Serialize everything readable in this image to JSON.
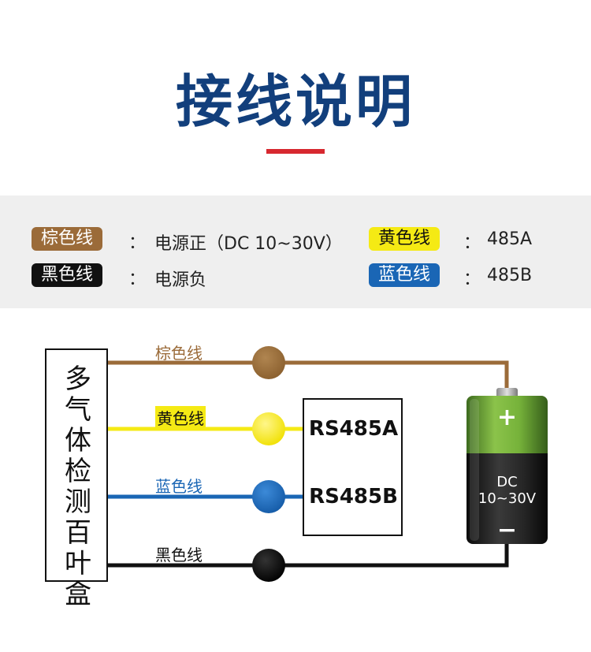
{
  "title": "接线说明",
  "colors": {
    "title": "#123f7c",
    "accent_red": "#d7282f",
    "brown": "#9b6b39",
    "yellow": "#f5ea14",
    "blue": "#1a66b5",
    "black": "#111111"
  },
  "legend": {
    "brown": {
      "badge": "棕色线",
      "colon": "：",
      "desc": "电源正（DC 10~30V）"
    },
    "black": {
      "badge": "黑色线",
      "colon": "：",
      "desc": "电源负"
    },
    "yellow": {
      "badge": "黄色线",
      "colon": "：",
      "desc": "485A"
    },
    "blue": {
      "badge": "蓝色线",
      "colon": "：",
      "desc": "485B"
    }
  },
  "device": {
    "label_chars": [
      "多",
      "气",
      "体",
      "检",
      "测",
      "百",
      "叶",
      "盒"
    ]
  },
  "wires": {
    "brown": "棕色线",
    "yellow": "黄色线",
    "blue": "蓝色线",
    "black": "黑色线"
  },
  "rs485": {
    "a": "RS485A",
    "b": "RS485B"
  },
  "battery": {
    "plus": "+",
    "label": "DC 10~30V",
    "minus": "−"
  }
}
